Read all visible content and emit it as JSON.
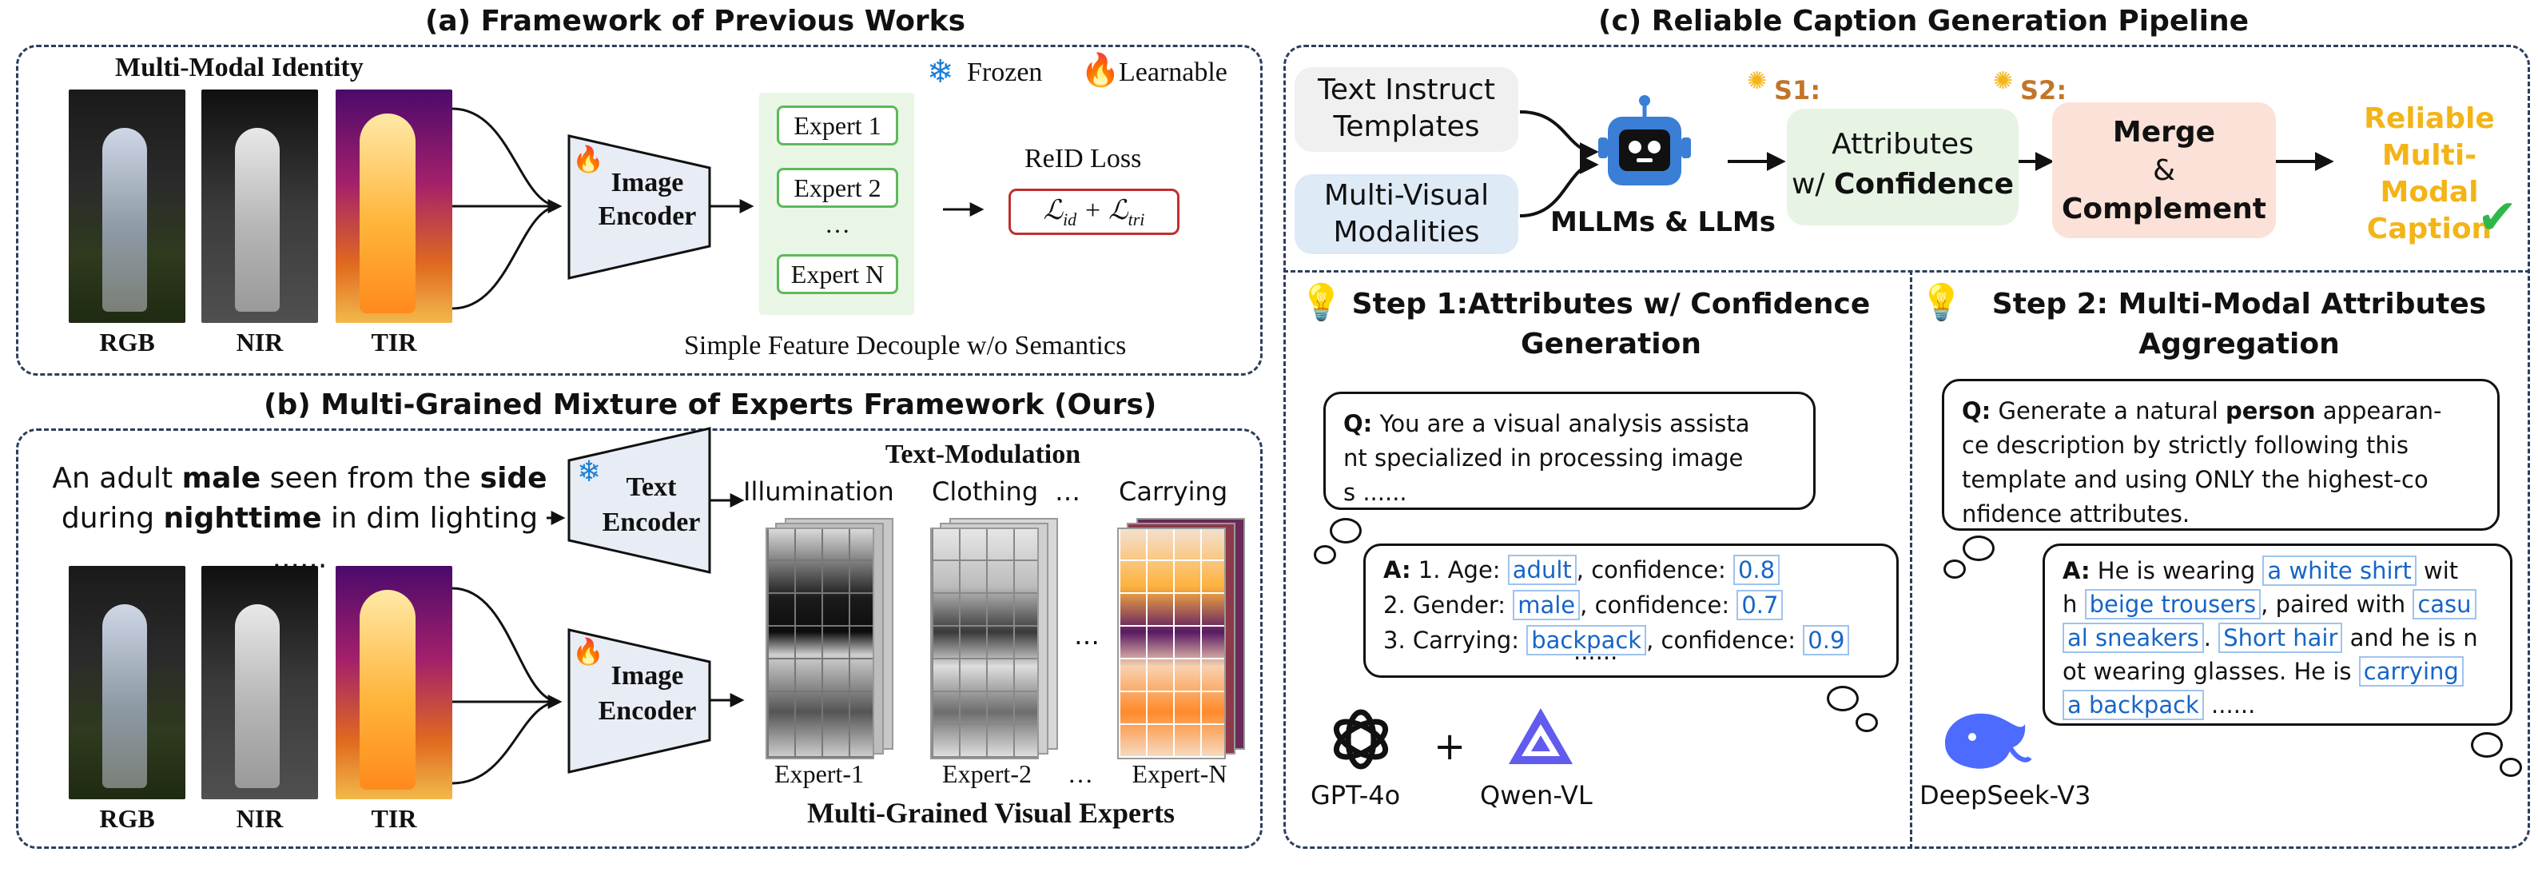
{
  "colors": {
    "panel_border": "#2c3e5c",
    "expert_border": "#5db95a",
    "expert_bg": "#e9f6e6",
    "loss_border": "#c0302f",
    "frozen": "#1c7fd6",
    "caption": "#f3b417",
    "check": "#2eb84a",
    "highlight": "#1665c7"
  },
  "panel_a": {
    "title": "(a) Framework of Previous Works",
    "identity_label": "Multi-Modal Identity",
    "frozen_label": "Frozen",
    "learnable_label": "Learnable",
    "modalities": [
      "RGB",
      "NIR",
      "TIR"
    ],
    "encoder_line1": "Image",
    "encoder_line2": "Encoder",
    "experts": [
      "Expert 1",
      "Expert 2",
      "…",
      "Expert N"
    ],
    "loss_label": "ReID Loss",
    "loss_formula_a": "ℒ",
    "loss_sub_a": "id",
    "loss_plus": " + ℒ",
    "loss_sub_b": "tri",
    "footer": "Simple Feature Decouple w/o Semantics"
  },
  "panel_b": {
    "title": "(b) Multi-Grained Mixture of Experts Framework (Ours)",
    "sentence": {
      "p1": "An adult ",
      "p2": "male",
      "p3": " seen from the ",
      "p4": "side",
      "p5": "during ",
      "p6": "nighttime",
      "p7": " in dim lighting ......"
    },
    "text_encoder_line1": "Text",
    "text_encoder_line2": "Encoder",
    "image_encoder_line1": "Image",
    "image_encoder_line2": "Encoder",
    "text_modulation": "Text-Modulation",
    "attributes": [
      "Illumination",
      "Clothing",
      "…",
      "Carrying"
    ],
    "experts": [
      "Expert-1",
      "Expert-2",
      "…",
      "Expert-N"
    ],
    "ellipsis": "…",
    "footer": "Multi-Grained Visual Experts",
    "modalities": [
      "RGB",
      "NIR",
      "TIR"
    ]
  },
  "panel_c": {
    "title": "(c) Reliable Caption Generation Pipeline",
    "input1": "Text Instruct Templates",
    "input1_l1": "Text Instruct",
    "input1_l2": "Templates",
    "input2_l1": "Multi-Visual",
    "input2_l2": "Modalities",
    "mllm_label": "MLLMs & LLMs",
    "s1": "S1:",
    "s2": "S2:",
    "attr_l1": "Attributes",
    "attr_l2a": "w/ ",
    "attr_l2b": "Confidence",
    "merge_l1": "Merge",
    "merge_l2": "&",
    "merge_l3": "Complement",
    "result_l1": "Reliable",
    "result_l2": "Multi-Modal",
    "result_l3": "Caption"
  },
  "step1": {
    "title_l1": "Step 1:Attributes w/ Confidence",
    "title_l2": "Generation",
    "q_prefix": "Q:",
    "q_lines": [
      " You are a visual analysis assista",
      "nt specialized in processing image",
      "s ......"
    ],
    "a_prefix": "A:",
    "a_rows": [
      {
        "pre": " 1. Age: ",
        "attr": "adult",
        "mid": ", confidence: ",
        "conf": "0.8"
      },
      {
        "pre": "2. Gender: ",
        "attr": "male",
        "mid": ", confidence: ",
        "conf": "0.7"
      },
      {
        "pre": "3. Carrying: ",
        "attr": "backpack",
        "mid": ", confidence: ",
        "conf": "0.9"
      }
    ],
    "a_more": "......",
    "model1": "GPT-4o",
    "plus": "+",
    "model2": "Qwen-VL"
  },
  "step2": {
    "title_l1": "Step 2: Multi-Modal Attributes",
    "title_l2": "Aggregation",
    "q_prefix": "Q:",
    "q_l1a": " Generate a natural ",
    "q_l1b": "person",
    "q_l1c": " appearan-",
    "q_l2": "ce description by strictly following this",
    "q_l3": "template and using ONLY the highest-co",
    "q_l4": "nfidence attributes.",
    "a_prefix": "A:",
    "a_l1a": " He is wearing ",
    "a_l1b": "a white shirt",
    "a_l1c": " wit",
    "a_l2a": "h ",
    "a_l2b": "beige trousers",
    "a_l2c": ", paired with ",
    "a_l2d": "casu",
    "a_l3a": "al sneakers",
    "a_l3b": ". ",
    "a_l3c": "Short hair",
    "a_l3d": " and he is n",
    "a_l4a": "ot wearing glasses. He is ",
    "a_l4b": "carrying",
    "a_l5a": "a backpack",
    "a_l5b": " ......",
    "model": "DeepSeek-V3"
  }
}
